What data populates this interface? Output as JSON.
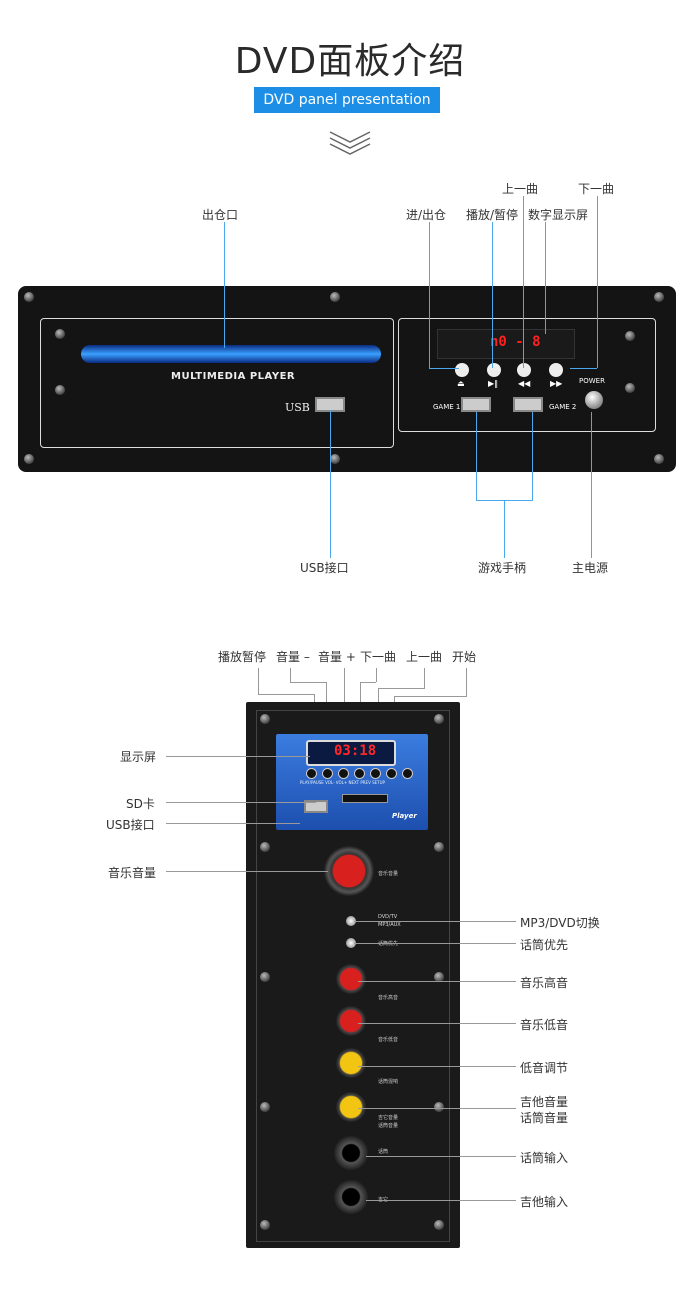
{
  "header": {
    "title": "DVD面板介绍",
    "subtitle": "DVD panel presentation"
  },
  "dvd_panel": {
    "callouts": {
      "tray": "出仓口",
      "eject": "进/出仓",
      "play_pause": "播放/暂停",
      "prev": "上一曲",
      "display": "数字显示屏",
      "next": "下一曲",
      "usb": "USB接口",
      "gamepad": "游戏手柄",
      "power": "主电源"
    },
    "device_text": {
      "brand": "MULTIMEDIA PLAYER",
      "usb": "USB",
      "game1": "GAME 1",
      "game2": "GAME 2",
      "power": "POWER",
      "display_readout": "n0 - 8"
    }
  },
  "amp_panel": {
    "top_callouts": {
      "play_pause": "播放暂停",
      "vol_down": "音量 –",
      "vol_up": "音量 +",
      "next": "下一曲",
      "prev": "上一曲",
      "start": "开始"
    },
    "left_callouts": {
      "display": "显示屏",
      "sd": "SD卡",
      "usb": "USB接口",
      "music_volume": "音乐音量"
    },
    "right_callouts": {
      "mp3_dvd": "MP3/DVD切换",
      "mic_priority": "话筒优先",
      "treble": "音乐高音",
      "bass": "音乐低音",
      "sub_adjust": "低音调节",
      "guitar_volume": "吉他音量",
      "mic_volume": "话筒音量",
      "mic_input": "话筒输入",
      "guitar_input": "吉他输入"
    },
    "device_text": {
      "display_readout": "03:18",
      "btn_labels": "PLAY/PAUSE  VOL-  VOL+  NEXT  PREV  SETUP",
      "music_volume": "音乐音量",
      "dvd_tv": "DVD/TV",
      "mp3_aux": "MP3/AUX",
      "mic_priority": "话筒优先",
      "treble": "音乐高音",
      "bass": "音乐低音",
      "mic_reverb": "话筒混响",
      "guitar_vol": "吉它音量",
      "mic_vol": "话筒音量",
      "mic": "话筒",
      "guitar": "吉它",
      "brand": "Player"
    },
    "colors": {
      "knob_red": "#d8201e",
      "knob_yellow": "#f2c513",
      "lcd_blue": "#2f6fd6"
    }
  }
}
